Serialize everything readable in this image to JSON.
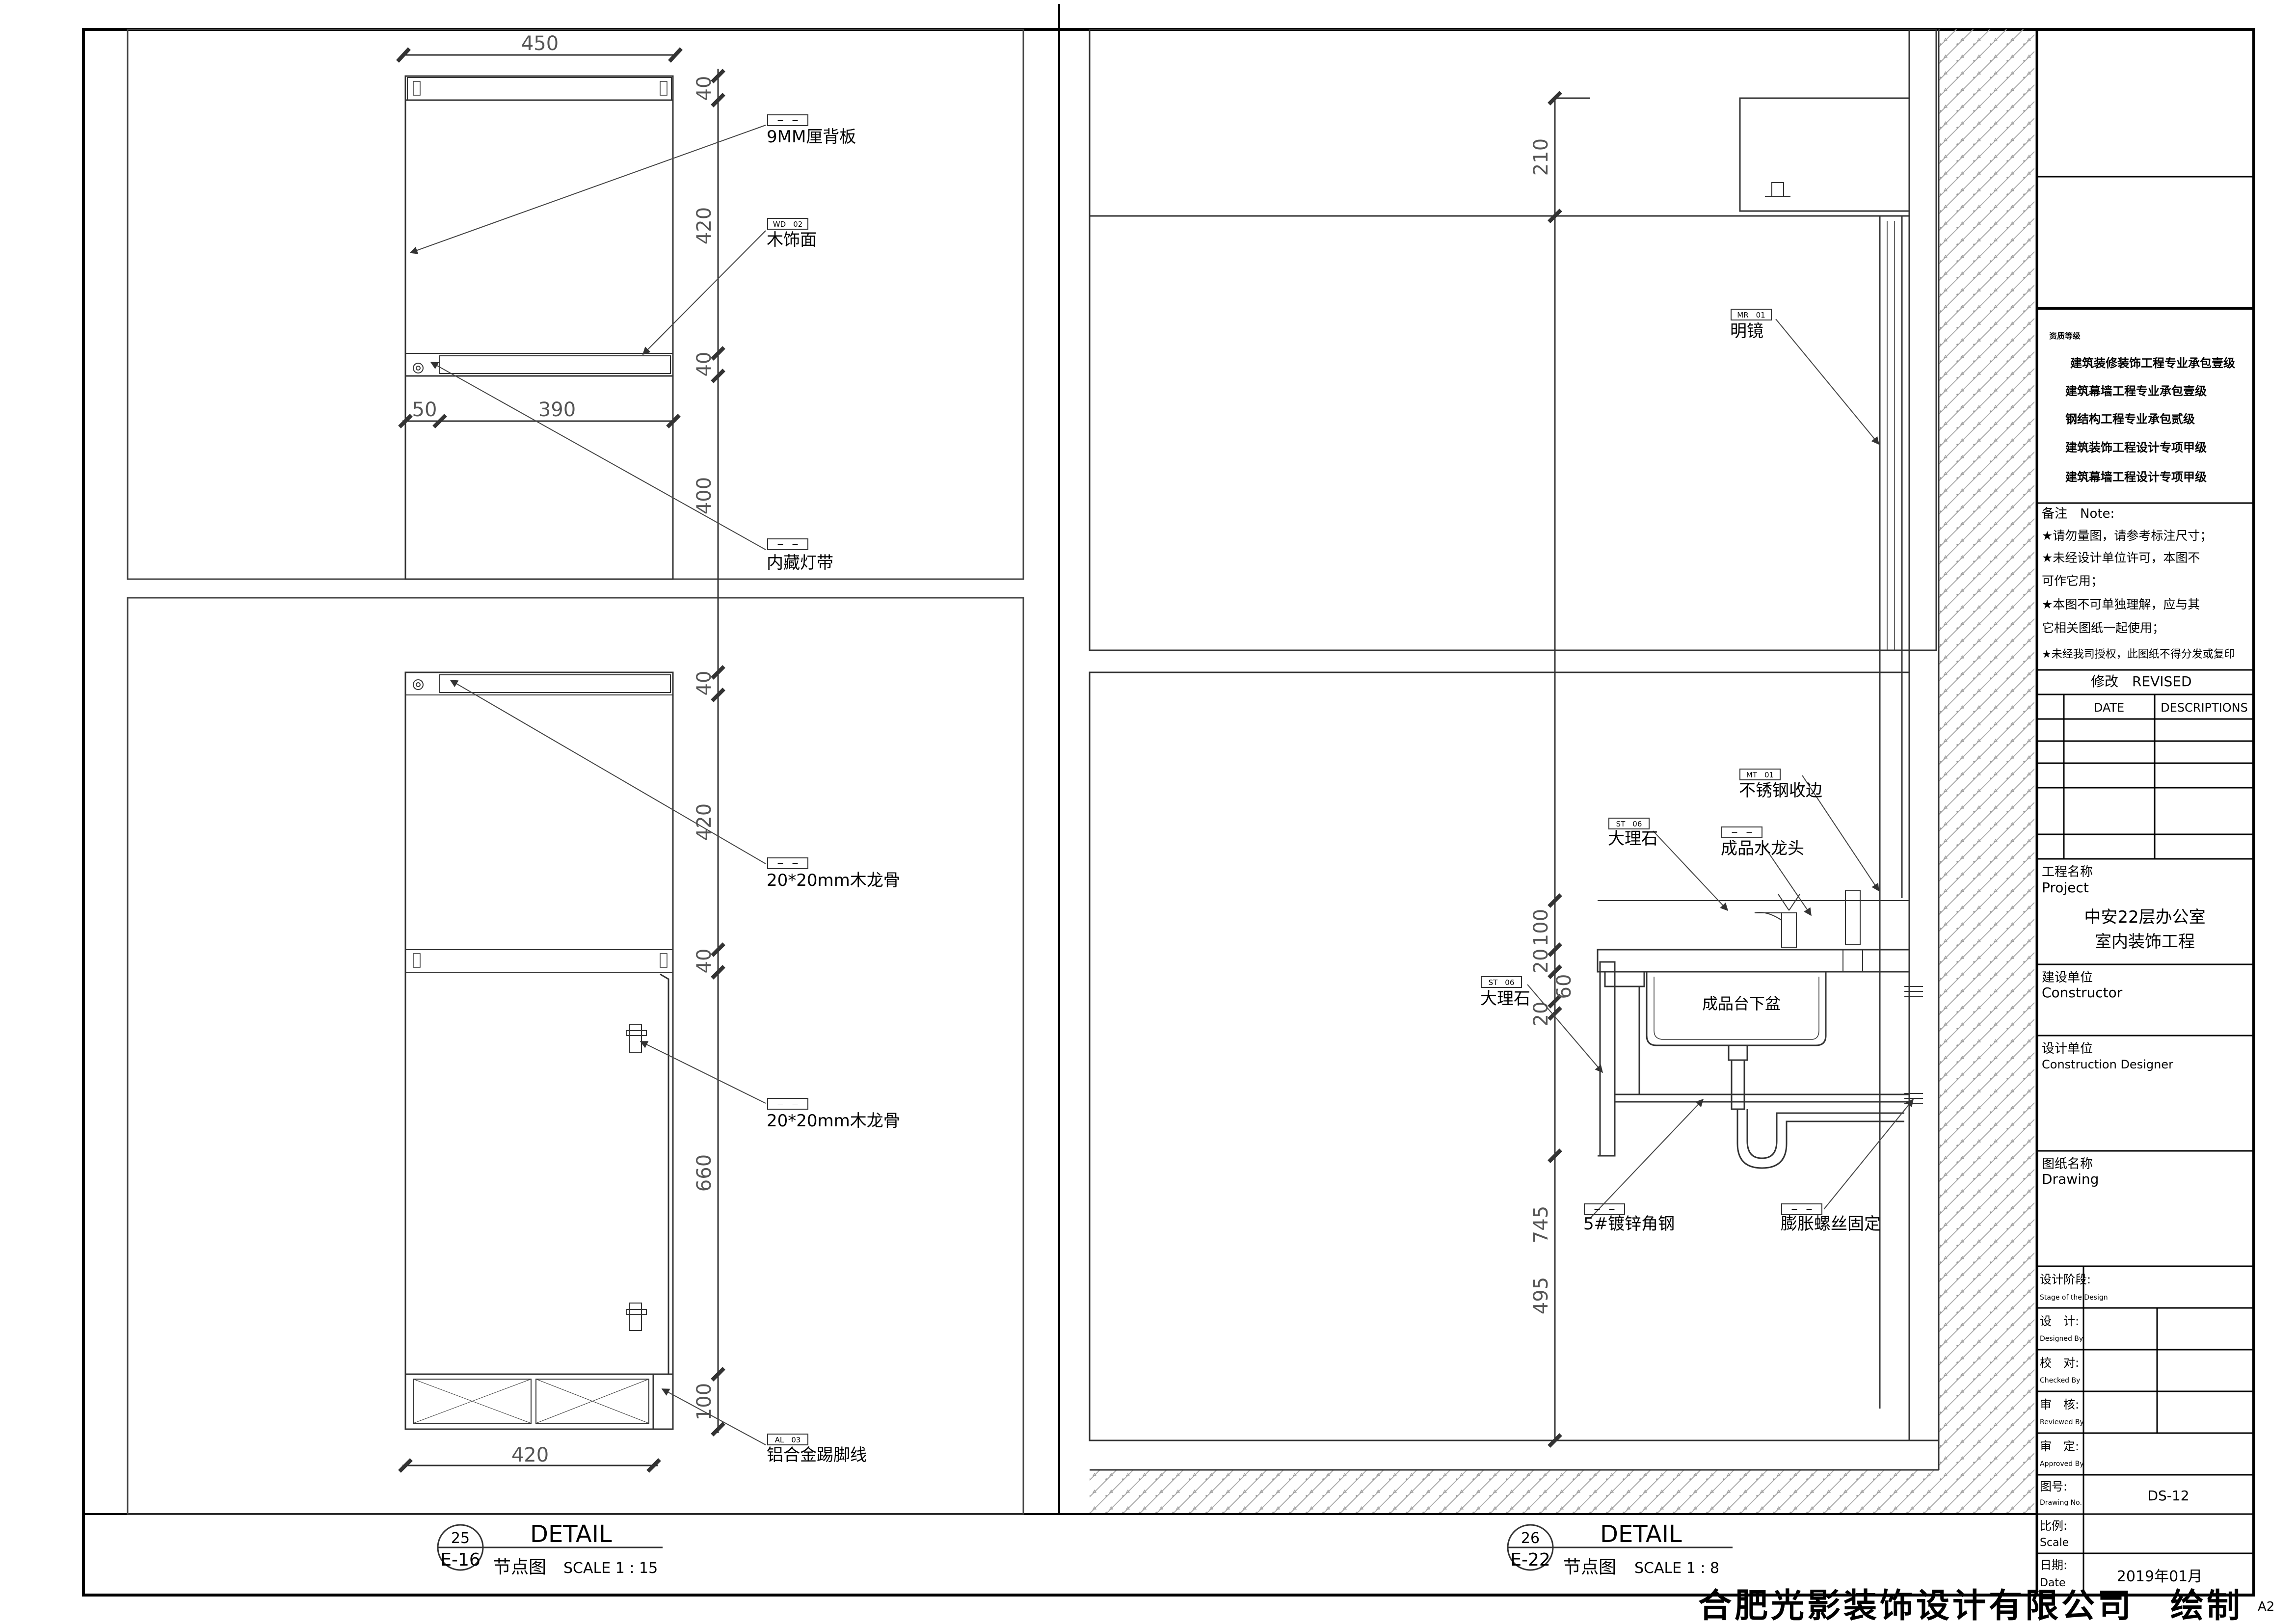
{
  "detail_25": {
    "number": "25",
    "sheet_ref": "E-16",
    "title": "DETAIL",
    "subtitle": "节点图",
    "scale": "SCALE 1 : 15",
    "dims": {
      "top_width": "450",
      "d40_a": "40",
      "d420_a": "420",
      "d40_b": "40",
      "d50": "50",
      "d390": "390",
      "d400": "400",
      "d40_c": "40",
      "d420_b": "420",
      "d40_d": "40",
      "d660": "660",
      "d100": "100",
      "bottom_width": "420"
    },
    "callouts": {
      "c1": {
        "code": "－　－",
        "text": "9MM厘背板"
      },
      "c2": {
        "code": "WD　02",
        "text": "木饰面"
      },
      "c3": {
        "code": "－　－",
        "text": "内藏灯带"
      },
      "c4": {
        "code": "－　－",
        "text": "20*20mm木龙骨"
      },
      "c5": {
        "code": "－　－",
        "text": "20*20mm木龙骨"
      },
      "c6": {
        "code": "AL　03",
        "text": "铝合金踢脚线"
      }
    }
  },
  "detail_26": {
    "number": "26",
    "sheet_ref": "E-22",
    "title": "DETAIL",
    "subtitle": "节点图",
    "scale": "SCALE 1 : 8",
    "dims": {
      "d210": "210",
      "d100": "100",
      "d20a": "20",
      "d60": "60",
      "d20b": "20",
      "d745": "745",
      "d495": "495"
    },
    "sink_label": "成品台下盆",
    "callouts": {
      "c1": {
        "code": "MR　01",
        "text": "明镜"
      },
      "c2": {
        "code": "MT　01",
        "text": "不锈钢收边"
      },
      "c3": {
        "code": "ST　06",
        "text": "大理石"
      },
      "c4": {
        "code": "－　－",
        "text": "成品水龙头"
      },
      "c5": {
        "code": "ST　06",
        "text": "大理石"
      },
      "c6": {
        "code": "－　－",
        "text": "5#镀锌角钢"
      },
      "c7": {
        "code": "－　－",
        "text": "膨胀螺丝固定"
      }
    }
  },
  "title_block": {
    "qualifications_title": "资质等级",
    "qualifications": [
      "建筑装修装饰工程专业承包壹级",
      "建筑幕墙工程专业承包壹级",
      "钢结构工程专业承包贰级",
      "建筑装饰工程设计专项甲级",
      "建筑幕墙工程设计专项甲级"
    ],
    "note_header": "备注　Note:",
    "notes": [
      "★请勿量图，请参考标注尺寸；",
      "★未经设计单位许可，本图不",
      "可作它用；",
      "★本图不可单独理解，应与其",
      "它相关图纸一起使用；",
      "★未经我司授权，此图纸不得分发或复印"
    ],
    "revised_header": "修改　REVISED",
    "date_col": "DATE",
    "desc_col": "DESCRIPTIONS",
    "project_cn": "工程名称",
    "project_en": "Project",
    "project_name_line1": "中安22层办公室",
    "project_name_line2": "室内装饰工程",
    "constructor_cn": "建设单位",
    "constructor_en": "Constructor",
    "designer_cn": "设计单位",
    "designer_en": "Construction Designer",
    "drawing_cn": "图纸名称",
    "drawing_en": "Drawing",
    "stage_cn": "设计阶段:",
    "stage_en": "Stage of the Design",
    "designed_cn": "设　计:",
    "designed_en": "Designed By",
    "checked_cn": "校　对:",
    "checked_en": "Checked By",
    "reviewed_cn": "审　核:",
    "reviewed_en": "Reviewed By",
    "approved_cn": "审　定:",
    "approved_en": "Approved By",
    "drawing_no_cn": "图号:",
    "drawing_no_en": "Drawing No.",
    "drawing_no": "DS-12",
    "scale_cn": "比例:",
    "scale_en": "Scale",
    "date_cn": "日期:",
    "date_en": "Date",
    "date_value": "2019年01月"
  },
  "footer_company": "合肥光影装饰设计有限公司　绘制",
  "paper_size": "A2"
}
